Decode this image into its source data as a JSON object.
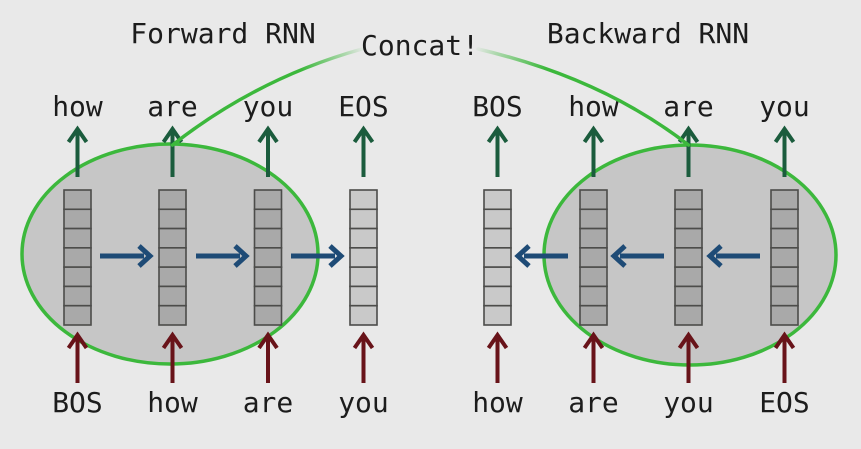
{
  "titles": {
    "forward": "Forward RNN",
    "backward": "Backward RNN",
    "concat": "Concat!"
  },
  "forward_rnn": {
    "title": "Forward RNN",
    "recurrence_direction": "left-to-right",
    "top_labels": [
      "how",
      "are",
      "you",
      "EOS"
    ],
    "bottom_labels": [
      "BOS",
      "how",
      "are",
      "you"
    ],
    "num_steps": 4,
    "vector_cells": 7,
    "steps_inside_ellipse": [
      0,
      1,
      2
    ]
  },
  "backward_rnn": {
    "title": "Backward RNN",
    "recurrence_direction": "right-to-left",
    "top_labels": [
      "BOS",
      "how",
      "are",
      "you"
    ],
    "bottom_labels": [
      "how",
      "are",
      "you",
      "EOS"
    ],
    "num_steps": 4,
    "vector_cells": 7,
    "steps_inside_ellipse": [
      1,
      2,
      3
    ]
  },
  "colors": {
    "bg": "#e9e9e9",
    "ellipse": "#c6c6c6",
    "cell_dark": "#a9a9a9",
    "cell_light": "#c9c9c9",
    "cell_border": "#4c4c4a",
    "green": "#3cb83c",
    "dark_green": "#1b5c3d",
    "maroon": "#681319",
    "blue": "#1e4b76",
    "text": "#1c1c1c"
  }
}
